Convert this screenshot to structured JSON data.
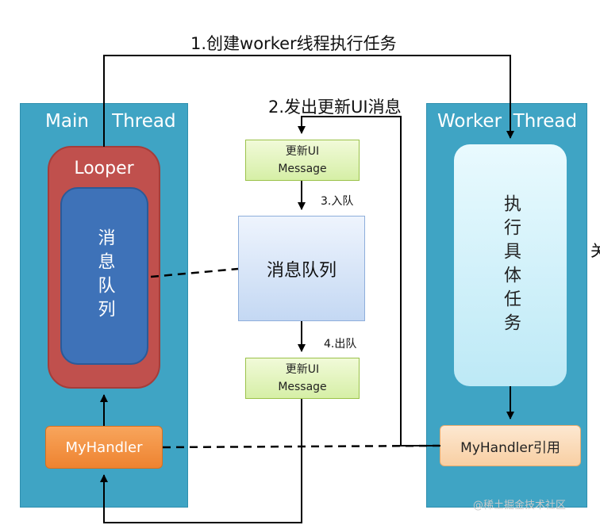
{
  "steps": {
    "create_worker": "1.创建worker线程执行任务",
    "send_message": "2.发出更新UI消息",
    "enqueue": "3.入队",
    "dequeue": "4.出队"
  },
  "main_thread": {
    "title": "Main    Thread",
    "looper": "Looper",
    "message_queue": "消息队列",
    "handler": "MyHandler"
  },
  "worker_thread": {
    "title": "Worker  Thread",
    "task": "执行具体任务",
    "handler_ref": "MyHandler引用"
  },
  "messages": {
    "top": {
      "line1": "更新UI",
      "line2": "Message"
    },
    "bottom": {
      "line1": "更新UI",
      "line2": "Message"
    }
  },
  "queue_box": "消息队列",
  "edge_text": "关",
  "watermark": "@稀土掘金技术社区",
  "colors": {
    "panel": "#3fa4c4",
    "looper": "#c0504d",
    "queue": "#3e72b8",
    "handler": "#ee8330",
    "message": "#d6efa6",
    "task": "#bde9f6"
  }
}
